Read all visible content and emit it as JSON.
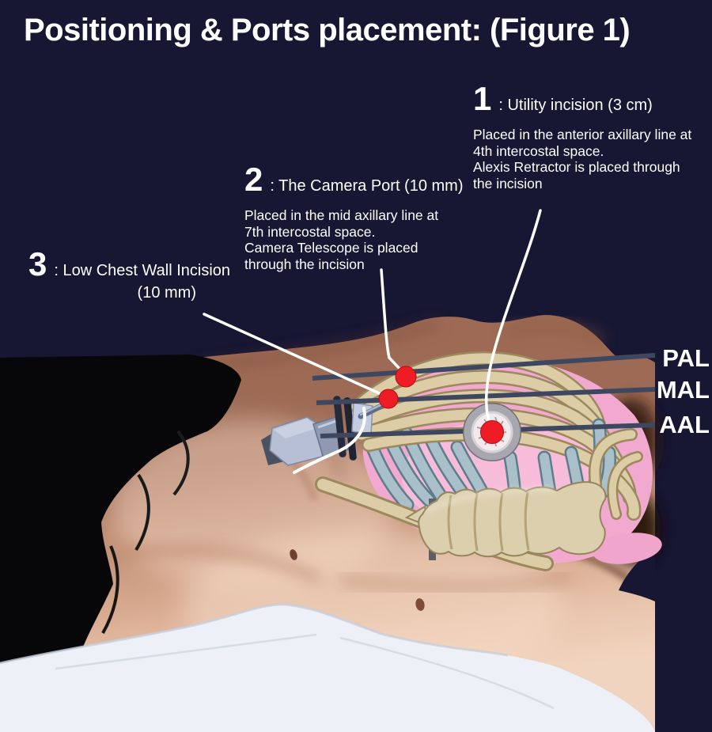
{
  "title": "Positioning & Ports placement: (Figure 1)",
  "annotations": [
    {
      "number": "1",
      "heading": ": Utility incision (3 cm)",
      "description": "Placed in the anterior axillary line at\n4th intercostal space.\nAlexis Retractor is placed through\nthe incision"
    },
    {
      "number": "2",
      "heading": ": The Camera Port (10 mm)",
      "description": "Placed in the mid axillary line at\n7th intercostal space.\nCamera Telescope is placed\nthrough the incision"
    },
    {
      "number": "3",
      "heading": ": Low Chest Wall Incision",
      "size_note": "(10 mm)"
    }
  ],
  "axillary_line_labels": {
    "pal": "PAL",
    "mal": "MAL",
    "aal": "AAL"
  },
  "port_markers": [
    {
      "annotation": "1",
      "color": "#ee1c24"
    },
    {
      "annotation": "2",
      "color": "#ee1c24"
    },
    {
      "annotation": "3",
      "color": "#ee1c24"
    }
  ],
  "colors": {
    "background": "#171633",
    "text": "#ffffff",
    "marker_red": "#ee1c24",
    "axillary_line": "#3d4860",
    "leader_line": "#ffffff"
  }
}
